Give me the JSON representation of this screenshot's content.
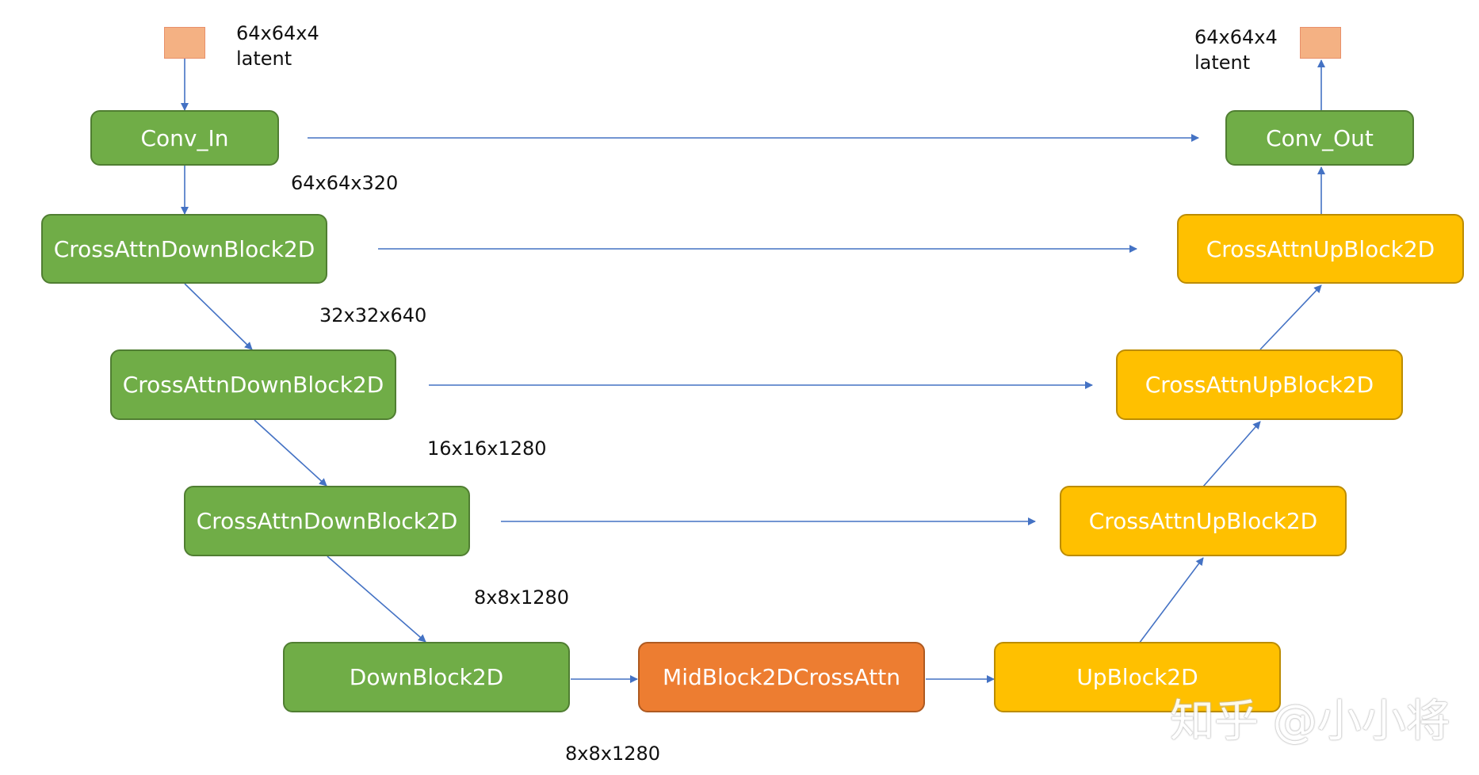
{
  "colors": {
    "down_block": "#70ad47",
    "mid_block": "#ed7d31",
    "up_block": "#ffc000",
    "latent": "#f4b183",
    "arrow": "#4472c4"
  },
  "input": {
    "size": "64x64x4",
    "name": "latent"
  },
  "output": {
    "size": "64x64x4",
    "name": "latent"
  },
  "blocks": {
    "conv_in": "Conv_In",
    "down1": "CrossAttnDownBlock2D",
    "down2": "CrossAttnDownBlock2D",
    "down3": "CrossAttnDownBlock2D",
    "down4": "DownBlock2D",
    "mid": "MidBlock2DCrossAttn",
    "up1": "UpBlock2D",
    "up2": "CrossAttnUpBlock2D",
    "up3": "CrossAttnUpBlock2D",
    "up4": "CrossAttnUpBlock2D",
    "conv_out": "Conv_Out"
  },
  "shapes": {
    "after_conv_in": "64x64x320",
    "after_down1": "32x32x640",
    "after_down2": "16x16x1280",
    "after_down3": "8x8x1280",
    "after_down4": "8x8x1280"
  },
  "watermark": "知乎 @小小将"
}
